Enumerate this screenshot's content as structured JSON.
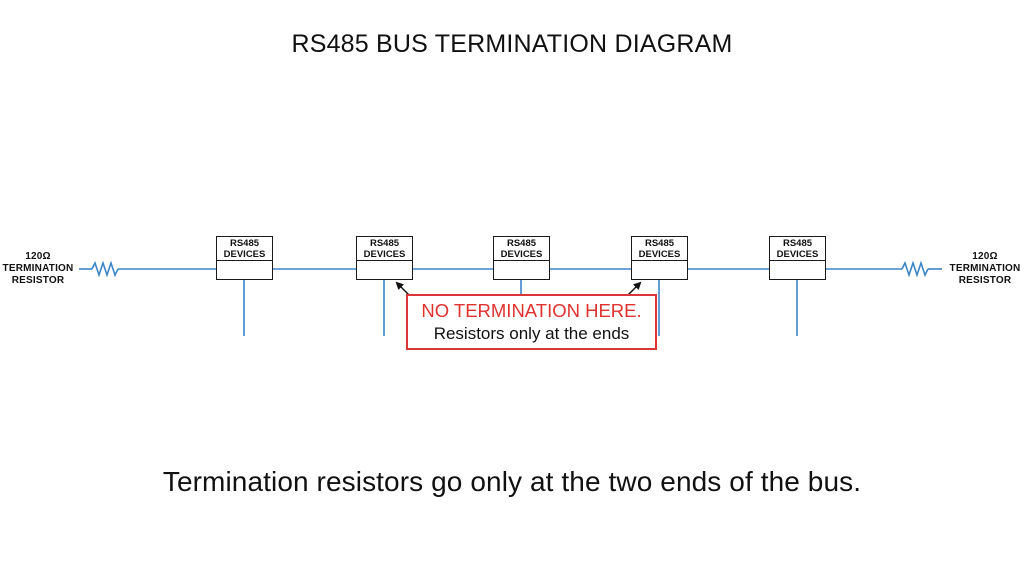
{
  "title": "RS485 BUS TERMINATION DIAGRAM",
  "colors": {
    "bus_line": "#3a86c8",
    "note_border": "#d93636",
    "note_heading": "#e0322f",
    "text": "#111111"
  },
  "terminators": [
    {
      "value": "120Ω",
      "line1": "TERMINATION",
      "line2": "RESISTOR"
    },
    {
      "value": "120Ω",
      "line1": "TERMINATION",
      "line2": "RESISTOR"
    }
  ],
  "devices": [
    {
      "line1": "RS485",
      "line2": "DEVICES"
    },
    {
      "line1": "RS485",
      "line2": "DEVICES"
    },
    {
      "line1": "RS485",
      "line2": "DEVICES"
    },
    {
      "line1": "RS485",
      "line2": "DEVICES"
    },
    {
      "line1": "RS485",
      "line2": "DEVICES"
    }
  ],
  "note": {
    "heading": "NO TERMINATION HERE.",
    "body": "Resistors only at the ends"
  },
  "caption": "Termination resistors go only at the two ends of the bus."
}
